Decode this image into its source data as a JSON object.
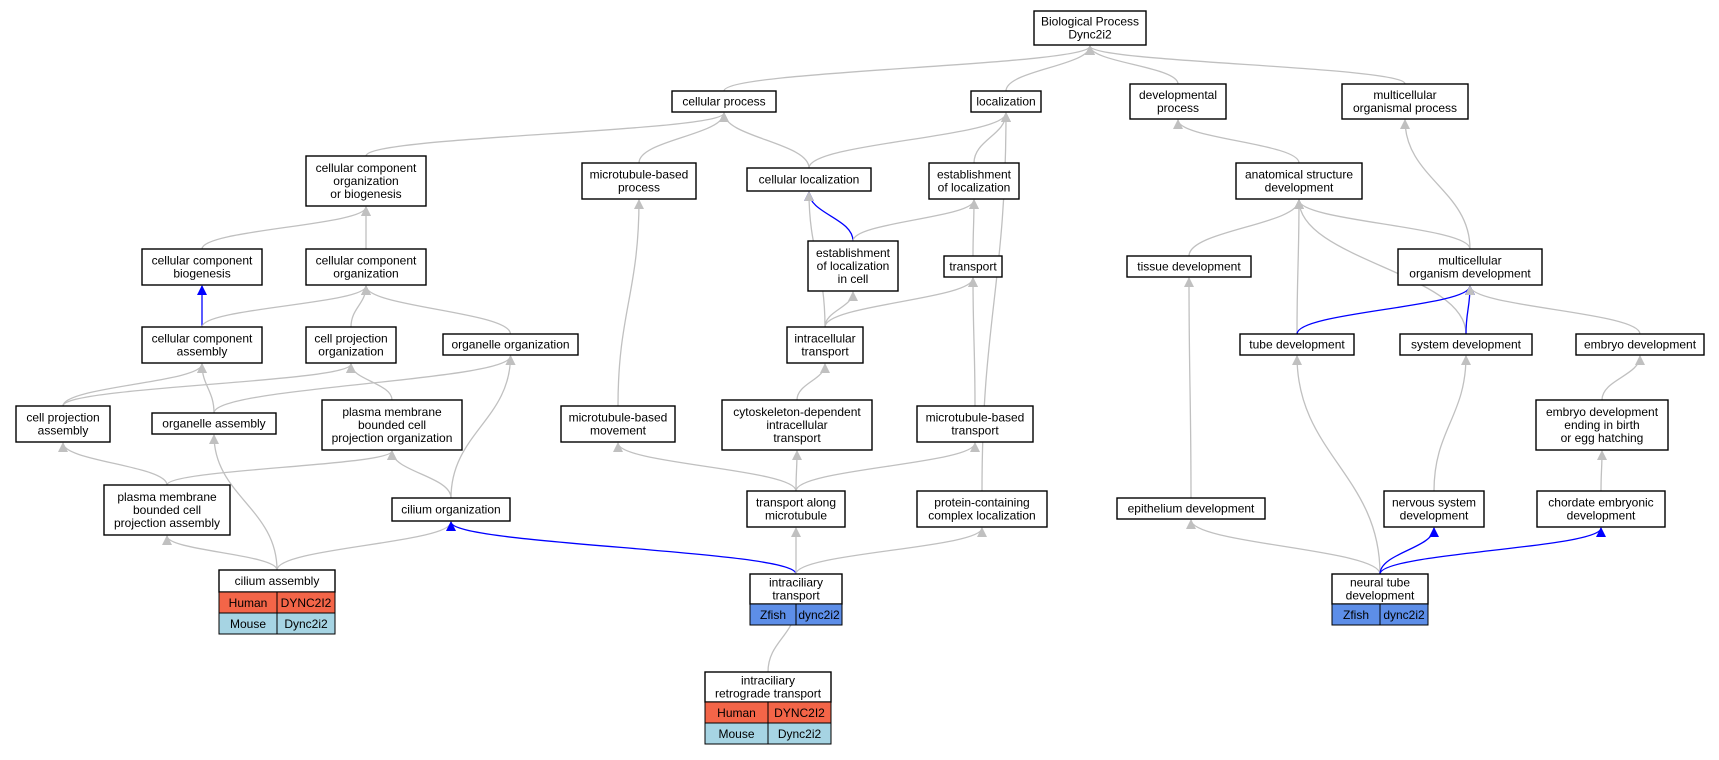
{
  "colors": {
    "edge_default": "#c0c0c0",
    "edge_highlight": "#0000ff",
    "human": "#f36548",
    "mouse": "#a6d4e3",
    "zfish": "#5d8ee8"
  },
  "nodes": [
    {
      "id": "bp",
      "lines": [
        "Biological Process",
        "Dync2i2"
      ]
    },
    {
      "id": "cp",
      "lines": [
        "cellular process"
      ]
    },
    {
      "id": "loc",
      "lines": [
        "localization"
      ]
    },
    {
      "id": "dev",
      "lines": [
        "developmental",
        "process"
      ]
    },
    {
      "id": "mop",
      "lines": [
        "multicellular",
        "organismal process"
      ]
    },
    {
      "id": "ccob",
      "lines": [
        "cellular component",
        "organization",
        "or biogenesis"
      ]
    },
    {
      "id": "mbp",
      "lines": [
        "microtubule-based",
        "process"
      ]
    },
    {
      "id": "cloc",
      "lines": [
        "cellular localization"
      ]
    },
    {
      "id": "eol",
      "lines": [
        "establishment",
        "of localization"
      ]
    },
    {
      "id": "asd",
      "lines": [
        "anatomical structure",
        "development"
      ]
    },
    {
      "id": "ccb",
      "lines": [
        "cellular component",
        "biogenesis"
      ]
    },
    {
      "id": "cco",
      "lines": [
        "cellular component",
        "organization"
      ]
    },
    {
      "id": "elc",
      "lines": [
        "establishment",
        "of localization",
        "in cell"
      ]
    },
    {
      "id": "trans",
      "lines": [
        "transport"
      ]
    },
    {
      "id": "td",
      "lines": [
        "tissue development"
      ]
    },
    {
      "id": "mod",
      "lines": [
        "multicellular",
        "organism development"
      ]
    },
    {
      "id": "cca",
      "lines": [
        "cellular component",
        "assembly"
      ]
    },
    {
      "id": "cpo",
      "lines": [
        "cell projection",
        "organization"
      ]
    },
    {
      "id": "oo",
      "lines": [
        "organelle organization"
      ]
    },
    {
      "id": "it",
      "lines": [
        "intracellular",
        "transport"
      ]
    },
    {
      "id": "tube",
      "lines": [
        "tube development"
      ]
    },
    {
      "id": "sysd",
      "lines": [
        "system development"
      ]
    },
    {
      "id": "embd",
      "lines": [
        "embryo development"
      ]
    },
    {
      "id": "cpa",
      "lines": [
        "cell projection",
        "assembly"
      ]
    },
    {
      "id": "oa",
      "lines": [
        "organelle assembly"
      ]
    },
    {
      "id": "pmbcpo",
      "lines": [
        "plasma membrane",
        "bounded cell",
        "projection organization"
      ]
    },
    {
      "id": "mbm",
      "lines": [
        "microtubule-based",
        "movement"
      ]
    },
    {
      "id": "cdit",
      "lines": [
        "cytoskeleton-dependent",
        "intracellular",
        "transport"
      ]
    },
    {
      "id": "mbt",
      "lines": [
        "microtubule-based",
        "transport"
      ]
    },
    {
      "id": "edbe",
      "lines": [
        "embryo development",
        "ending in birth",
        "or egg hatching"
      ]
    },
    {
      "id": "pmbcpa",
      "lines": [
        "plasma membrane",
        "bounded cell",
        "projection assembly"
      ]
    },
    {
      "id": "co",
      "lines": [
        "cilium organization"
      ]
    },
    {
      "id": "tam",
      "lines": [
        "transport along",
        "microtubule"
      ]
    },
    {
      "id": "pccl",
      "lines": [
        "protein-containing",
        "complex localization"
      ]
    },
    {
      "id": "epd",
      "lines": [
        "epithelium development"
      ]
    },
    {
      "id": "nsd",
      "lines": [
        "nervous system",
        "development"
      ]
    },
    {
      "id": "ced",
      "lines": [
        "chordate embryonic",
        "development"
      ]
    },
    {
      "id": "ca",
      "lines": [
        "cilium assembly"
      ],
      "genes": [
        [
          "Human",
          "DYNC2I2"
        ],
        [
          "Mouse",
          "Dync2i2"
        ]
      ]
    },
    {
      "id": "ict",
      "lines": [
        "intraciliary",
        "transport"
      ],
      "genes": [
        [
          "Zfish",
          "dync2i2"
        ]
      ]
    },
    {
      "id": "ntd",
      "lines": [
        "neural tube",
        "development"
      ],
      "genes": [
        [
          "Zfish",
          "dync2i2"
        ]
      ]
    },
    {
      "id": "irt",
      "lines": [
        "intraciliary",
        "retrograde transport"
      ],
      "genes": [
        [
          "Human",
          "DYNC2I2"
        ],
        [
          "Mouse",
          "Dync2i2"
        ]
      ]
    }
  ],
  "edges": [
    [
      "cp",
      "bp",
      0
    ],
    [
      "loc",
      "bp",
      0
    ],
    [
      "dev",
      "bp",
      0
    ],
    [
      "mop",
      "bp",
      0
    ],
    [
      "ccob",
      "cp",
      0
    ],
    [
      "mbp",
      "cp",
      0
    ],
    [
      "cloc",
      "cp",
      0
    ],
    [
      "cloc",
      "loc",
      0
    ],
    [
      "eol",
      "loc",
      0
    ],
    [
      "pccl",
      "loc",
      0
    ],
    [
      "asd",
      "dev",
      0
    ],
    [
      "mod",
      "mop",
      0
    ],
    [
      "ccb",
      "ccob",
      0
    ],
    [
      "cco",
      "ccob",
      0
    ],
    [
      "mbm",
      "mbp",
      0
    ],
    [
      "elc",
      "cloc",
      1
    ],
    [
      "it",
      "cloc",
      0
    ],
    [
      "elc",
      "eol",
      0
    ],
    [
      "trans",
      "eol",
      0
    ],
    [
      "td",
      "asd",
      0
    ],
    [
      "mod",
      "asd",
      0
    ],
    [
      "tube",
      "asd",
      0
    ],
    [
      "sysd",
      "asd",
      0
    ],
    [
      "cca",
      "ccb",
      1
    ],
    [
      "cca",
      "cco",
      0
    ],
    [
      "cpo",
      "cco",
      0
    ],
    [
      "oo",
      "cco",
      0
    ],
    [
      "it",
      "elc",
      0
    ],
    [
      "it",
      "trans",
      0
    ],
    [
      "mbt",
      "trans",
      0
    ],
    [
      "epd",
      "td",
      0
    ],
    [
      "tube",
      "mod",
      1
    ],
    [
      "sysd",
      "mod",
      1
    ],
    [
      "embd",
      "mod",
      0
    ],
    [
      "cpa",
      "cca",
      0
    ],
    [
      "oa",
      "cca",
      0
    ],
    [
      "cpa",
      "cpo",
      0
    ],
    [
      "pmbcpo",
      "cpo",
      0
    ],
    [
      "oa",
      "oo",
      0
    ],
    [
      "co",
      "oo",
      0
    ],
    [
      "cdit",
      "it",
      0
    ],
    [
      "ntd",
      "tube",
      0
    ],
    [
      "nsd",
      "sysd",
      0
    ],
    [
      "edbe",
      "embd",
      0
    ],
    [
      "pmbcpa",
      "cpa",
      0
    ],
    [
      "pmbcpa",
      "pmbcpo",
      0
    ],
    [
      "co",
      "pmbcpo",
      0
    ],
    [
      "tam",
      "mbm",
      0
    ],
    [
      "tam",
      "cdit",
      0
    ],
    [
      "tam",
      "mbt",
      0
    ],
    [
      "ced",
      "edbe",
      0
    ],
    [
      "ca",
      "pmbcpa",
      0
    ],
    [
      "ca",
      "co",
      0
    ],
    [
      "ca",
      "oa",
      0
    ],
    [
      "ict",
      "co",
      1
    ],
    [
      "ict",
      "tam",
      0
    ],
    [
      "ict",
      "pccl",
      0
    ],
    [
      "ntd",
      "epd",
      0
    ],
    [
      "ntd",
      "nsd",
      1
    ],
    [
      "ntd",
      "ced",
      1
    ],
    [
      "irt",
      "ict",
      0
    ]
  ]
}
